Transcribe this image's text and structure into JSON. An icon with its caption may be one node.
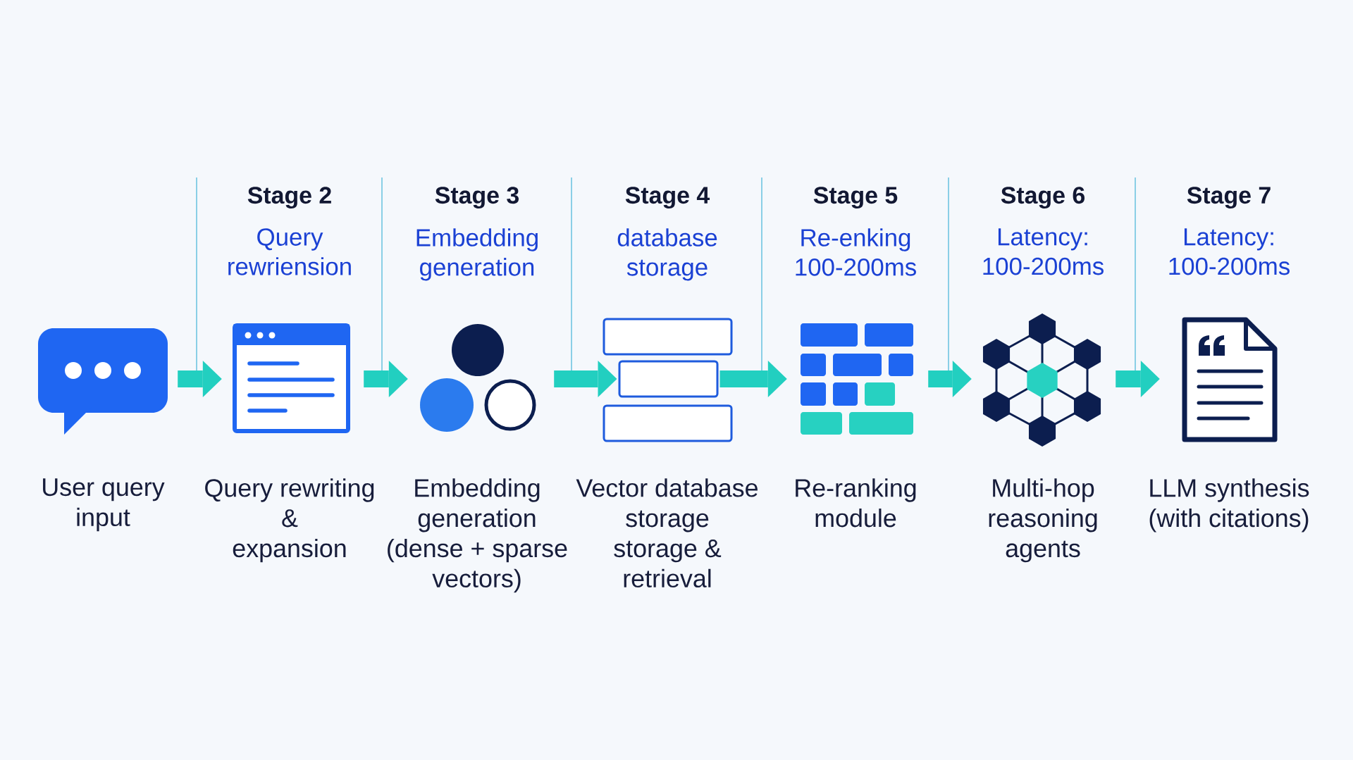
{
  "diagram": {
    "nodes": [
      {
        "text": [],
        "shape": "picture",
        "beside": [
          "User query input"
        ]
      },
      {
        "text": [],
        "shape": "picture",
        "beside": [
          "Stage 2",
          "Query rewriension",
          "Query rewriting & expansion"
        ]
      },
      {
        "text": [],
        "shape": "picture",
        "beside": [
          "Stage 3",
          "Embedding generation",
          "Embedding generation (dense + sparse vectors)"
        ]
      },
      {
        "text": [],
        "shape": "box",
        "beside": [
          "Stage 4",
          "database storage"
        ]
      },
      {
        "text": [],
        "shape": "box"
      },
      {
        "text": [],
        "shape": "box",
        "beside": [
          "Vector database storage storage & retrieval"
        ]
      },
      {
        "text": [],
        "shape": "picture",
        "beside": [
          "Stage 5",
          "Re-enking 100-200ms",
          "Re-ranking module"
        ]
      },
      {
        "text": [],
        "shape": "picture",
        "beside": [
          "Stage 6",
          "Latency: 100-200ms",
          "Multi-hop reasoning agents"
        ]
      },
      {
        "text": [],
        "shape": "picture",
        "beside": [
          "Stage 7",
          "Latency: 100-200ms",
          "LLM synthesis (with citations)"
        ]
      }
    ],
    "edges": [
      {
        "from": 0,
        "to": 1,
        "arrow": "to"
      },
      {
        "from": 1,
        "to": 2,
        "arrow": "to"
      },
      {
        "from": 2,
        "to": 4,
        "arrow": "to"
      },
      {
        "from": 4,
        "to": 6,
        "arrow": "to"
      },
      {
        "from": 6,
        "to": 7,
        "arrow": "to"
      },
      {
        "from": 7,
        "to": 8,
        "arrow": "to"
      }
    ]
  }
}
